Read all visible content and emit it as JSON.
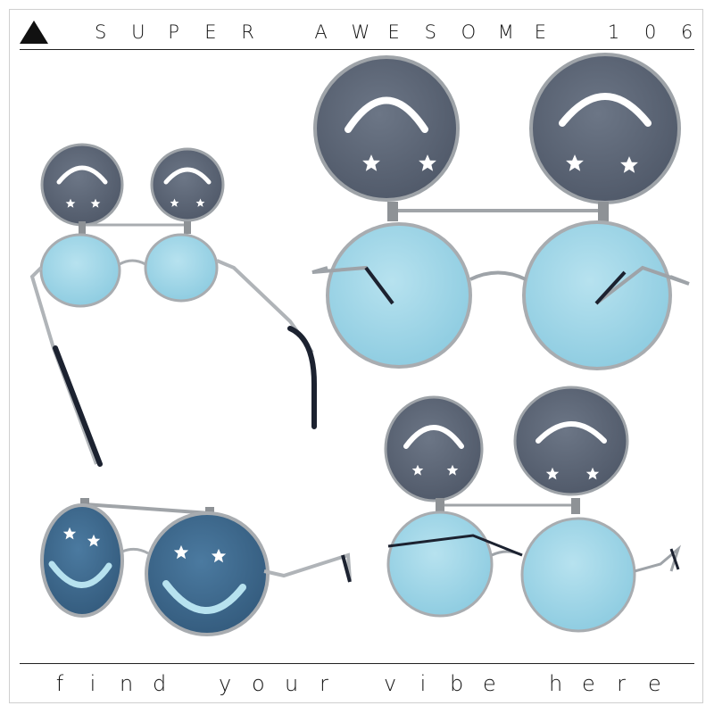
{
  "header": {
    "brand_title": "SUPER AWESOME 106"
  },
  "footer": {
    "tagline": "find your vibe here"
  },
  "photos": [
    {
      "name": "photo-side-angle"
    },
    {
      "name": "photo-front-flipped-up"
    },
    {
      "name": "photo-flipped-down"
    },
    {
      "name": "photo-front-small-flipped-up"
    }
  ],
  "colors": {
    "lens_blue": "#9ed4e6",
    "flip_lens_gray": "#5d6776",
    "dark_lens_blue": "#3c6a8c",
    "frame_silver": "#a8acb0",
    "temple_tip": "#1c2230"
  }
}
